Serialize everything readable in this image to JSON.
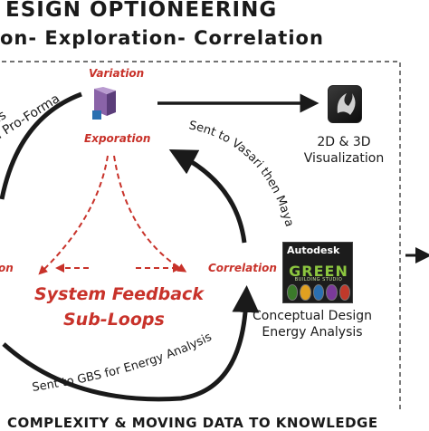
{
  "header": {
    "line1": "ESIGN OPTIONEERING",
    "line2": "on- Exploration- Correlation"
  },
  "left_labels": {
    "line1": "ns",
    "line2": "al Pro-Forma",
    "mid": "on"
  },
  "cycle": {
    "variation": "Variation",
    "exploration": "Exporation",
    "correlation": "Correlation"
  },
  "feedback": {
    "line1": "System Feedback",
    "line2": "Sub-Loops"
  },
  "visualization": {
    "line1": "2D & 3D",
    "line2": "Visualization"
  },
  "sent_vasari": "Sent to Vasari then Maya",
  "sent_gbs": "Sent to GBS for Energy Analysis",
  "logo": {
    "brand": "Autodesk",
    "name": "GREEN",
    "sub": "BUILDING STUDIO"
  },
  "energy": {
    "line1": "Conceptual Design",
    "line2": "Energy Analysis"
  },
  "footer": "COMPLEXITY & MOVING DATA TO KNOWLEDGE",
  "colors": {
    "accent_red": "#c8322a",
    "text_dark": "#1a1a1a",
    "logo_green": "#8cc63f"
  },
  "icons": [
    "vasari-icon",
    "maya-icon",
    "green-building-studio-logo"
  ]
}
